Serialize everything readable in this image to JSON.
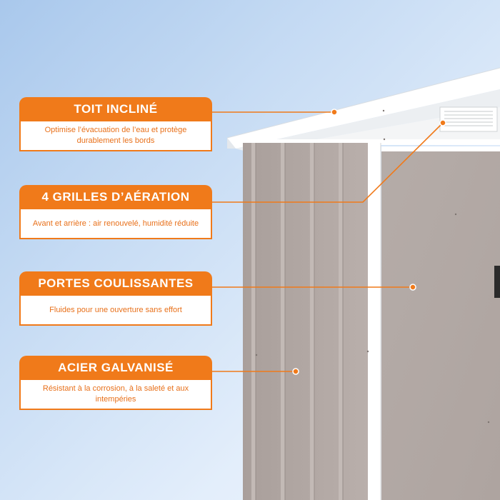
{
  "colors": {
    "accent": "#f07a1a",
    "shed_panel": "#b4aaa6",
    "shed_trim": "#ffffff",
    "background": "#c7dcf4"
  },
  "callouts": [
    {
      "title": "TOIT INCLINÉ",
      "description": "Optimise l’évacuation de l’eau et protège durablement les bords"
    },
    {
      "title": "4 GRILLES D’AÉRATION",
      "description": "Avant et arrière : air renouvelé, humidité réduite"
    },
    {
      "title": "PORTES COULISSANTES",
      "description": "Fluides pour une ouverture sans effort"
    },
    {
      "title": "ACIER GALVANISÉ",
      "description": "Résistant à la corrosion, à la saleté et aux intempéries"
    }
  ]
}
